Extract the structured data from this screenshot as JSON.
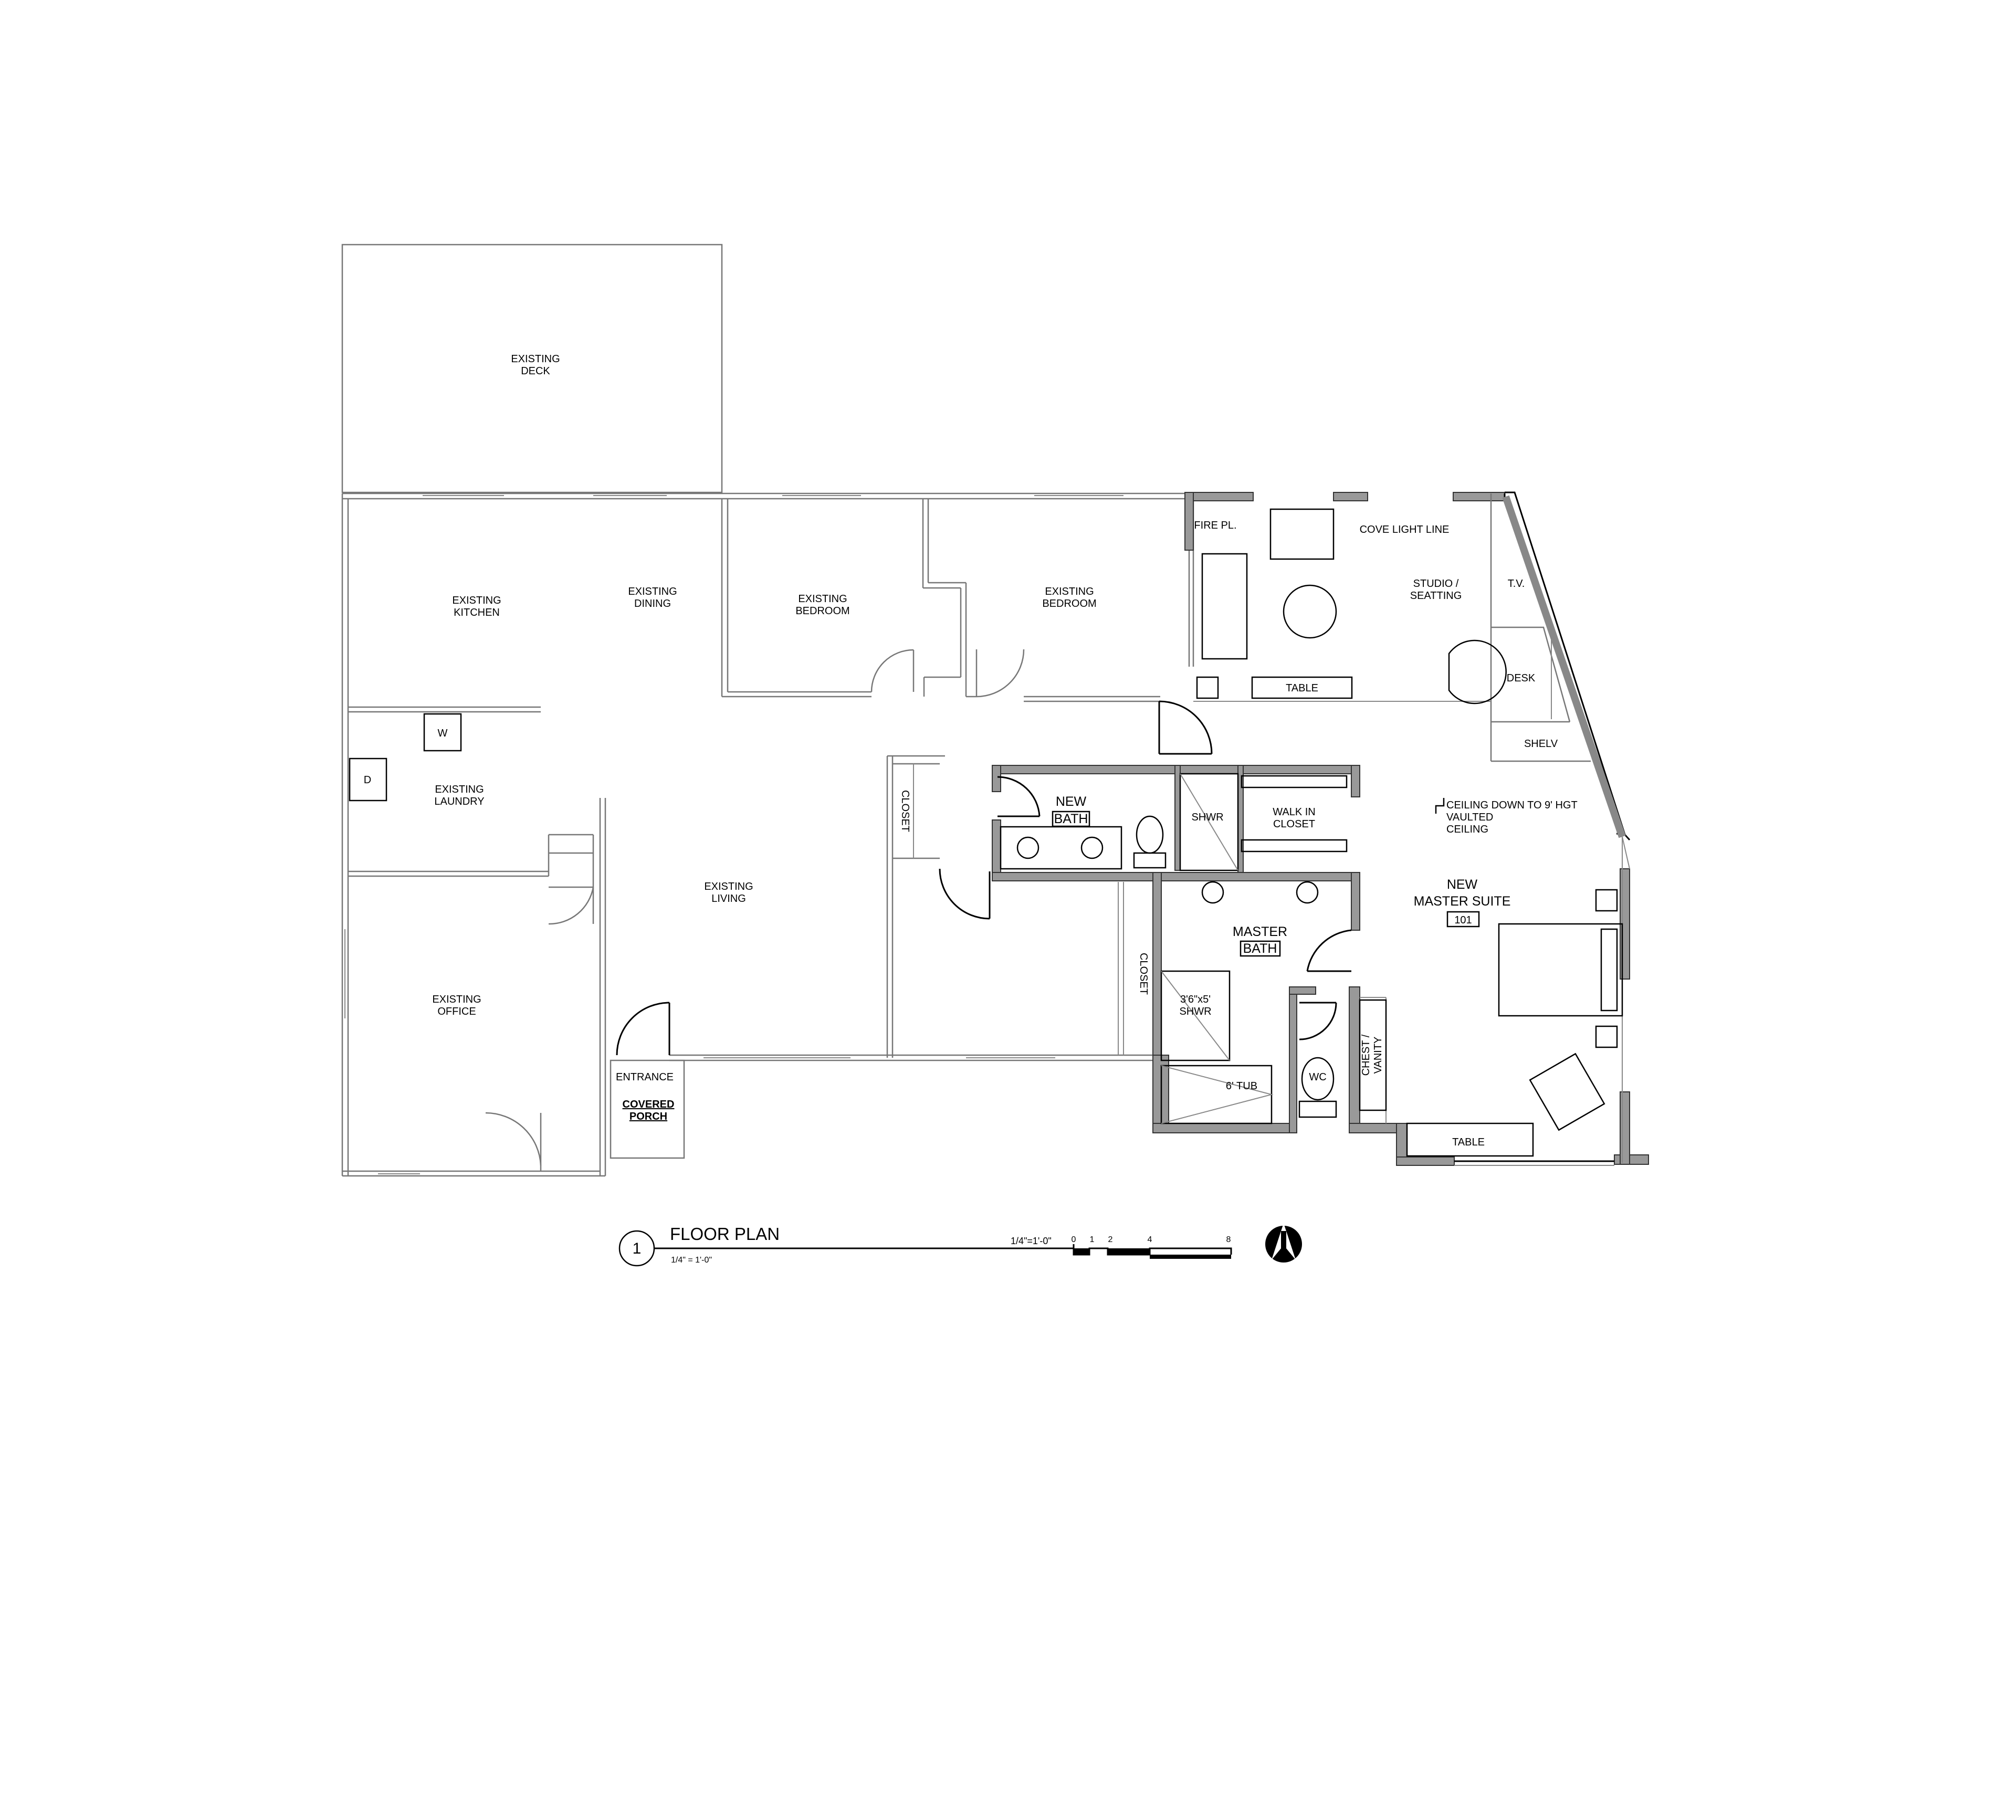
{
  "rooms": {
    "deck": [
      "EXISTING",
      "DECK"
    ],
    "kitchen": [
      "EXISTING",
      "KITCHEN"
    ],
    "dining": [
      "EXISTING",
      "DINING"
    ],
    "bedroom1": [
      "EXISTING",
      "BEDROOM"
    ],
    "bedroom2": [
      "EXISTING",
      "BEDROOM"
    ],
    "laundry": [
      "EXISTING",
      "LAUNDRY"
    ],
    "living": [
      "EXISTING",
      "LIVING"
    ],
    "office": [
      "EXISTING",
      "OFFICE"
    ],
    "entrance": "ENTRANCE",
    "porch": [
      "COVERED",
      "PORCH"
    ],
    "washer": "W",
    "dryer": "D",
    "closet_a": "CLOSET",
    "closet_b": "CLOSET",
    "new_bath": [
      "NEW",
      "BATH"
    ],
    "shwr": "SHWR",
    "walk_in_closet": [
      "WALK IN",
      "CLOSET"
    ],
    "master_bath": [
      "MASTER",
      "BATH"
    ],
    "shower": [
      "3'6\"x5'",
      "SHWR"
    ],
    "tub": "6' TUB",
    "wc": "WC",
    "chest_vanity": [
      "CHEST /",
      "VANITY"
    ],
    "fireplace": "FIRE PL.",
    "cove": "COVE LIGHT LINE",
    "studio": [
      "STUDIO /",
      "SEATTING"
    ],
    "tv": "T.V.",
    "desk": "DESK",
    "shelv": "SHELV",
    "table_studio": "TABLE",
    "ceiling": [
      "CEILING DOWN TO 9' HGT",
      "VAULTED",
      "CEILING"
    ],
    "master_suite": [
      "NEW",
      "MASTER SUITE"
    ],
    "room_number": "101",
    "table_suite": "TABLE"
  },
  "title_block": {
    "number": "1",
    "title": "FLOOR PLAN",
    "scale_note": "1/4\" = 1'-0\"",
    "scale_label": "1/4\"=1'-0\"",
    "scale_ticks": [
      "0",
      "1",
      "2",
      "4",
      "8"
    ]
  },
  "colors": {
    "wall_new": "#999999",
    "wall_existing": "#777777",
    "background": "#ffffff"
  }
}
